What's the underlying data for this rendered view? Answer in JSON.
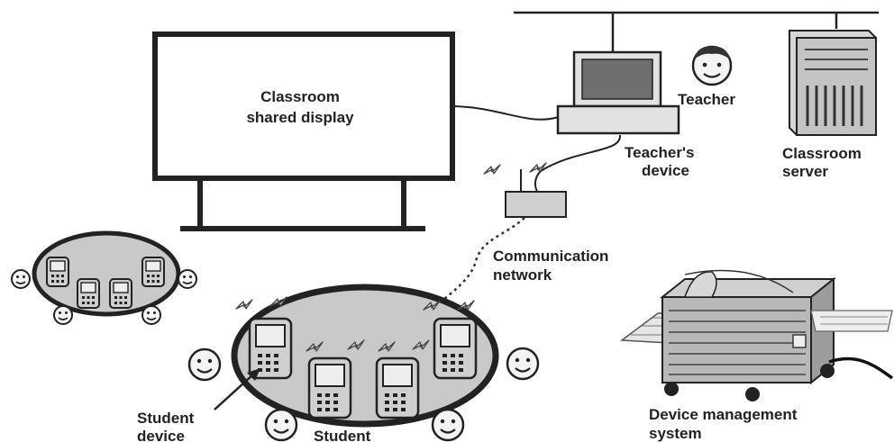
{
  "labels": {
    "display_line1": "Classroom",
    "display_line2": "shared display",
    "teacher": "Teacher",
    "teachers_device_line1": "Teacher's",
    "teachers_device_line2": "device",
    "server_line1": "Classroom",
    "server_line2": "server",
    "network_line1": "Communication",
    "network_line2": "network",
    "student_device_line1": "Student",
    "student_device_line2": "device",
    "student": "Student",
    "dms_line1": "Device management",
    "dms_line2": "system"
  },
  "colors": {
    "ink": "#222222",
    "group_fill": "#c9c9c9",
    "device_fill": "#cfcfcf",
    "screen_fill": "#eeeeee",
    "monitor_screen": "#6f6f6f",
    "server_fill": "#d6d6d6",
    "cart_fill": "#b8b8b8"
  }
}
